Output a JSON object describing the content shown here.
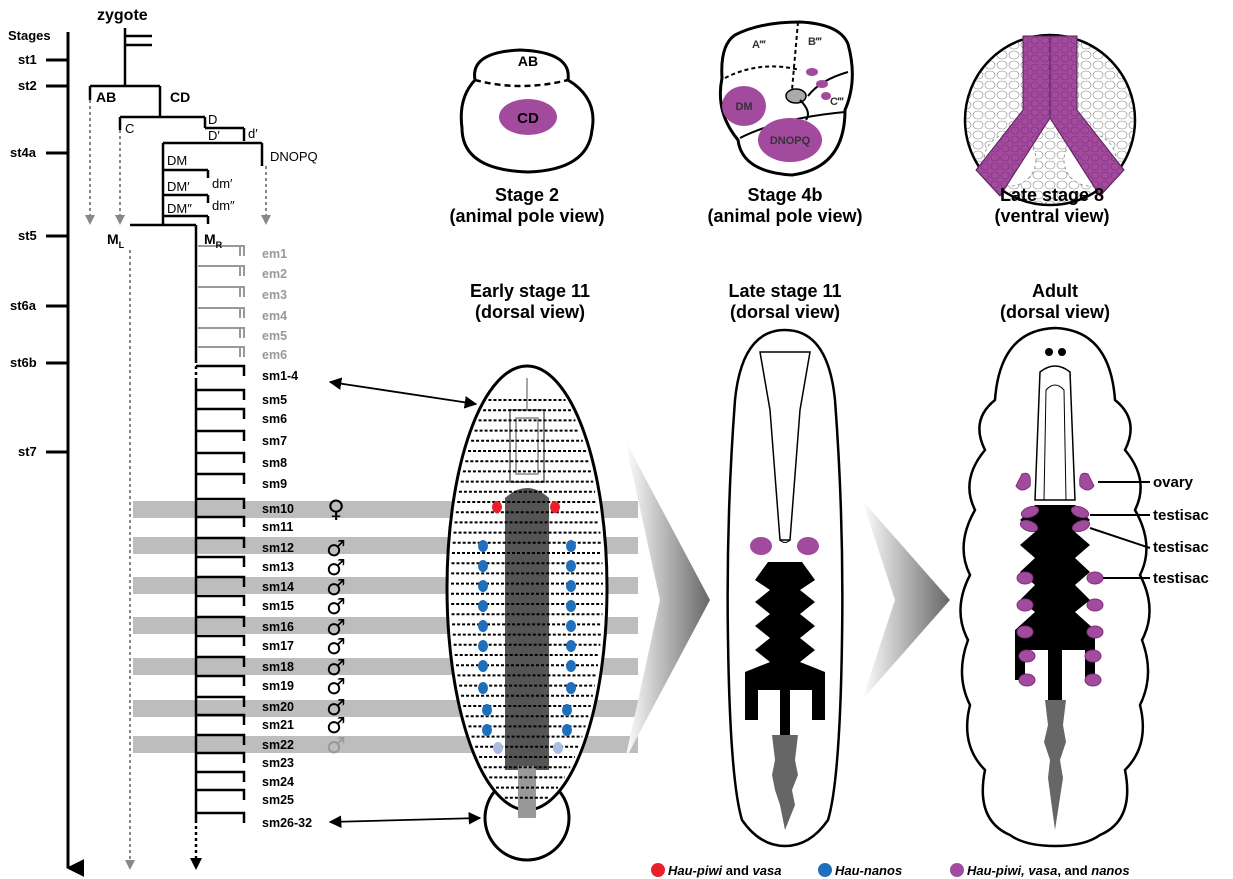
{
  "timeline": {
    "header": "Stages",
    "stages": [
      "st1",
      "st2",
      "st4a",
      "st5",
      "st6a",
      "st6b",
      "st7"
    ]
  },
  "lineage": {
    "zygote": "zygote",
    "AB": "AB",
    "CD": "CD",
    "C": "C",
    "D": "D",
    "Dp": "D′",
    "dp": "d′",
    "DNOPQ": "DNOPQ",
    "DM": "DM",
    "DMp": "DM′",
    "dmp": "dm′",
    "DMpp": "DM″",
    "dmpp": "dm″",
    "ML": "M",
    "ML_sub": "L",
    "MR": "M",
    "MR_sub": "R",
    "em": [
      "em1",
      "em2",
      "em3",
      "em4",
      "em5",
      "em6"
    ],
    "sm": [
      "sm1-4",
      "sm5",
      "sm6",
      "sm7",
      "sm8",
      "sm9",
      "sm10",
      "sm11",
      "sm12",
      "sm13",
      "sm14",
      "sm15",
      "sm16",
      "sm17",
      "sm18",
      "sm19",
      "sm20",
      "sm21",
      "sm22",
      "sm23",
      "sm24",
      "sm25",
      "sm26-32"
    ]
  },
  "gonad_symbols": {
    "female": "♀",
    "male": "♂"
  },
  "panels": {
    "stage2": {
      "title": "Stage 2",
      "subtitle": "(animal pole view)",
      "cell_top": "AB",
      "cell_bottom": "CD"
    },
    "stage4b": {
      "title": "Stage 4b",
      "subtitle": "(animal pole view)",
      "A": "A‴",
      "B": "B‴",
      "C": "C‴",
      "DM": "DM",
      "DNOPQ": "DNOPQ"
    },
    "stage8": {
      "title": "Late stage 8",
      "subtitle": "(ventral view)"
    },
    "early11": {
      "title": "Early stage 11",
      "subtitle": "(dorsal view)"
    },
    "late11": {
      "title": "Late stage 11",
      "subtitle": "(dorsal view)"
    },
    "adult": {
      "title": "Adult",
      "subtitle": "(dorsal view)",
      "labels": [
        "ovary",
        "testisac",
        "testisac",
        "testisac"
      ]
    }
  },
  "legend": [
    {
      "color": "#e8202a",
      "italic": "Hau-piwi",
      "plain": " and ",
      "italic2": "vasa",
      "tail": ""
    },
    {
      "color": "#1f6fba",
      "italic": "Hau-nanos",
      "plain": "",
      "italic2": "",
      "tail": ""
    },
    {
      "color": "#a24a9e",
      "italic": "Hau-piwi, vasa",
      "plain": ", and ",
      "italic2": "nanos",
      "tail": ""
    }
  ],
  "colors": {
    "magenta": "#a24a9e",
    "red": "#e8202a",
    "blue": "#1f6fba",
    "lightblue": "#a8bde0",
    "grey_band": "#bdbdbd",
    "dark_gut": "#555555"
  }
}
